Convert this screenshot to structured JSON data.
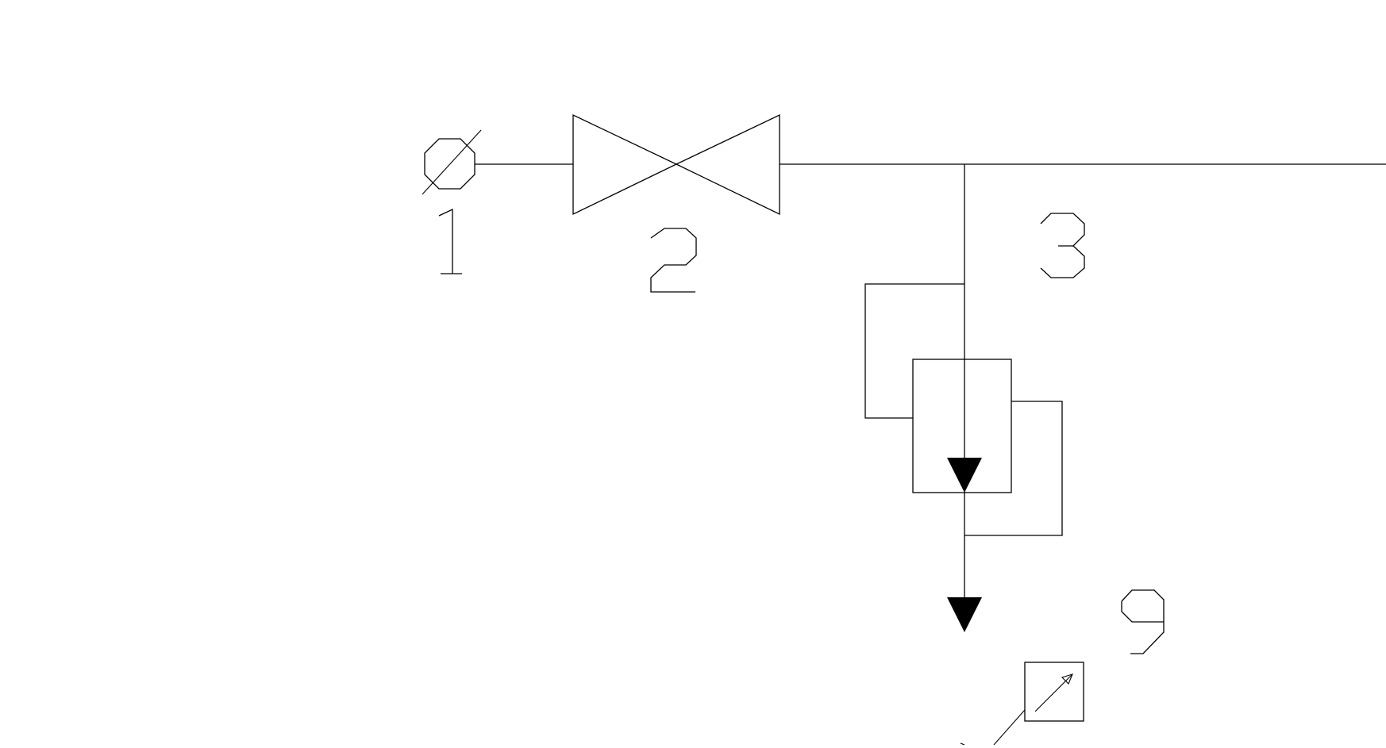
{
  "diagram": {
    "labels": {
      "item_1": "1",
      "item_2": "2",
      "item_3": "3",
      "item_9": "9"
    },
    "stroke_color": "#000000",
    "background_color": "#ffffff",
    "icons": {
      "gauge_connection": "gauge-connection-icon",
      "gate_valve": "gate-valve-icon",
      "bypass_block": "bypass-block-icon",
      "flow_arrow": "flow-arrow-icon",
      "drain_arrow": "drain-arrow-icon",
      "adjustable_instrument": "adjustable-instrument-icon"
    }
  }
}
